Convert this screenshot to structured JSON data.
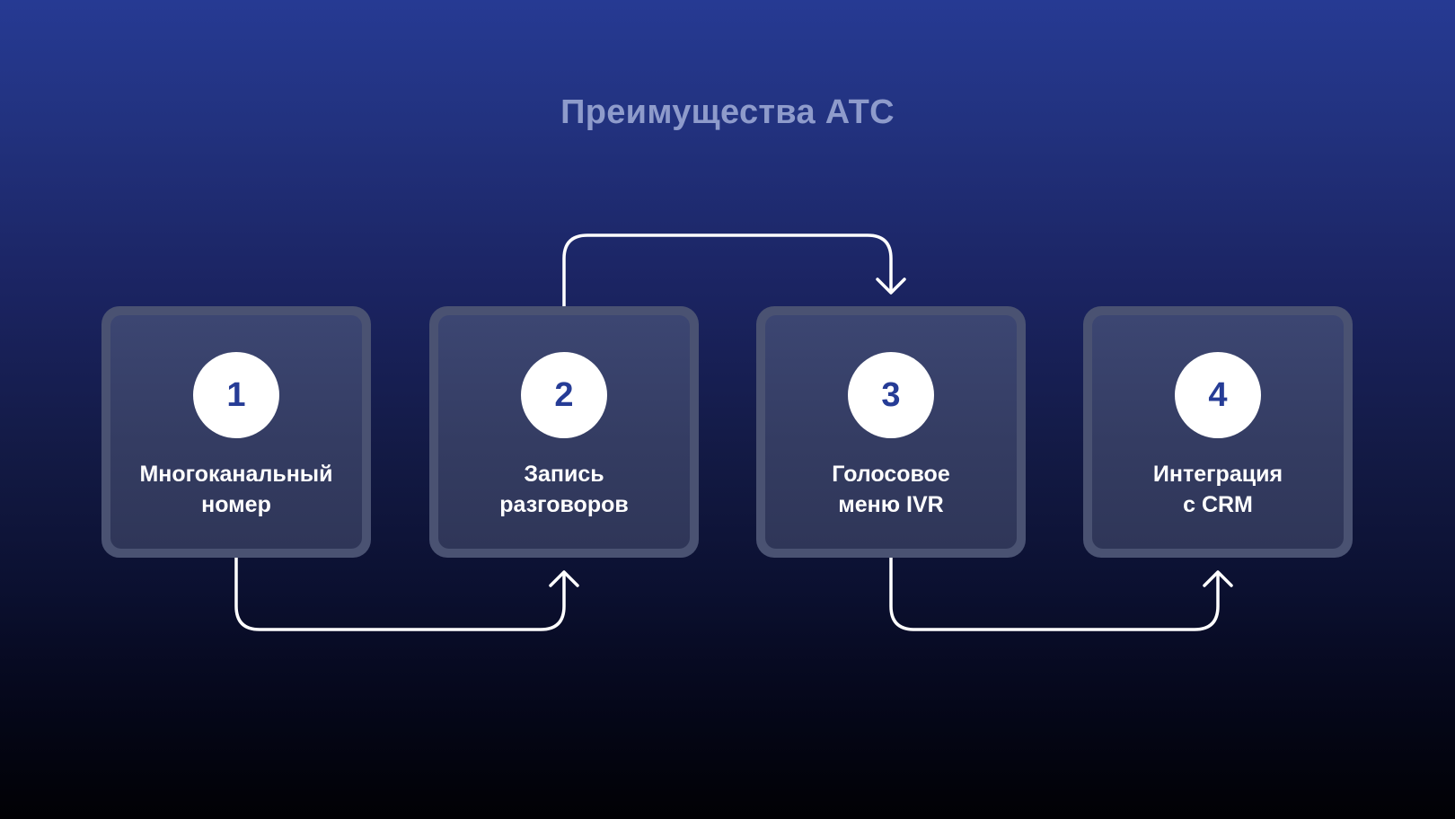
{
  "title": "Преимущества АТС",
  "colors": {
    "background_top": "#263A93",
    "background_bottom": "#010104",
    "title": "#8E9BCB",
    "card_border": "#4A5272",
    "card_fill": "#363E66",
    "badge_fill": "#FFFFFF",
    "badge_number": "#263C96",
    "label_text": "#FFFFFF",
    "connector": "#FFFFFF"
  },
  "steps": [
    {
      "number": "1",
      "line1": "Многоканальный",
      "line2": "номер"
    },
    {
      "number": "2",
      "line1": "Запись",
      "line2": "разговоров"
    },
    {
      "number": "3",
      "line1": "Голосовое",
      "line2": "меню IVR"
    },
    {
      "number": "4",
      "line1": "Интеграция",
      "line2": "с CRM"
    }
  ],
  "connectors": [
    {
      "from": "1",
      "to": "2",
      "route": "below"
    },
    {
      "from": "2",
      "to": "3",
      "route": "above"
    },
    {
      "from": "3",
      "to": "4",
      "route": "below"
    }
  ]
}
